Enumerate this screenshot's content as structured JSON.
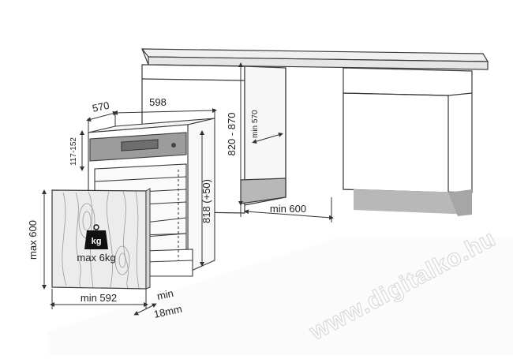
{
  "dimensions": {
    "appliance_depth": "570",
    "appliance_width": "598",
    "panel_gap": "117-152",
    "worktop_height": "820 - 870",
    "niche_depth": "min 570",
    "appliance_height": "818 (+50)",
    "niche_width": "min 600",
    "door_panel_height": "max 600",
    "door_panel_width": "min 592",
    "door_panel_thickness_label": "min",
    "door_panel_thickness_value": "18mm"
  },
  "door_panel": {
    "weight_icon_text": "kg",
    "max_weight": "max 6kg"
  },
  "watermark": "www.digitalko.hu",
  "colors": {
    "line": "#3a3a3a",
    "fill_light": "#f4f4f4",
    "plinth": "#b8b8b8",
    "wood": "#ececec"
  }
}
